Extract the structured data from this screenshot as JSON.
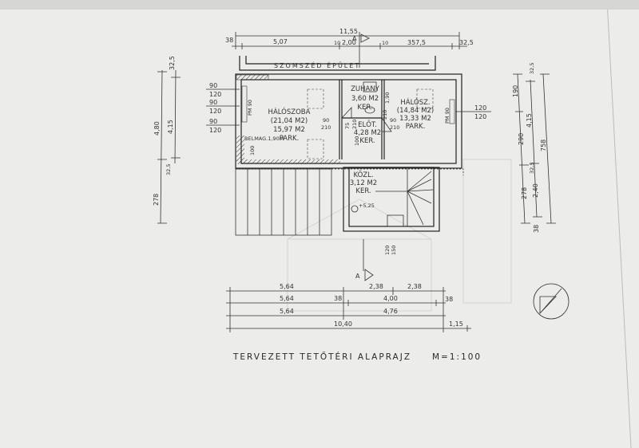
{
  "title": "TERVEZETT TETŐTÉRI ALAPRAJZ",
  "scale": "M=1:100",
  "neighbor_label": "SZOMSZÉD ÉPÜLET",
  "section_marker": "A",
  "rooms": [
    {
      "name": "HÁLÓSZOBA",
      "gross": "(21,04 M2)",
      "net": "15,97 M2",
      "floor": "PARK."
    },
    {
      "name": "ZUHANY",
      "net": "3,60 M2",
      "floor": "KER."
    },
    {
      "name": "HÁLÓSZ.",
      "gross": "(14,84 M2)",
      "net": "13,33 M2",
      "floor": "PARK."
    },
    {
      "name": "ELŐT.",
      "net": "4,28 M2",
      "floor": "KER."
    },
    {
      "name": "KÖZL.",
      "net": "3,12 M2",
      "floor": "KER."
    }
  ],
  "level": "+5,25",
  "belmag": "BELMAG.1,90M",
  "pm_label": "PM 90",
  "windows_left": [
    "90",
    "120",
    "90",
    "120",
    "90",
    "120"
  ],
  "windows_right": [
    "120",
    "120"
  ],
  "door_left": [
    "90",
    "210"
  ],
  "door_right": [
    "90",
    "210"
  ],
  "door_misc": [
    "100",
    "1,90",
    "210",
    "75",
    "210",
    "100",
    "120",
    "150"
  ],
  "top_dims": {
    "total": "11,55",
    "left": "38",
    "d1": "5,07",
    "d2": "10",
    "d3": "2,00",
    "d4": "10",
    "d5": "357,5",
    "right": "32,5"
  },
  "left_dims": [
    "32,5",
    "4,80",
    "4,15",
    "32,5",
    "278"
  ],
  "right_dims": [
    "32,5",
    "190",
    "4,15",
    "290",
    "758",
    "32,5",
    "278",
    "2,40",
    "38"
  ],
  "bottom_dims": [
    [
      "5,64",
      "2,38",
      "2,38"
    ],
    [
      "5,64",
      "38",
      "4,00",
      "38"
    ],
    [
      "5,64",
      "4,76"
    ],
    [
      "10,40",
      "1,15"
    ]
  ]
}
